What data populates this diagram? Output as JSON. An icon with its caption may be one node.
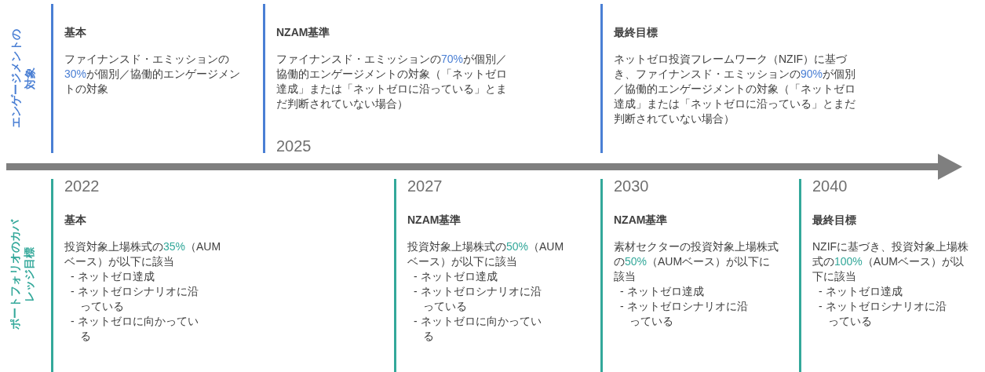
{
  "diagram": {
    "nodes": [
      {
        "text": [
          "基本",
          "ファイナンスド・エミッションの**30%**が個別／協働的エンゲージメントの対象"
        ]
      },
      {
        "text": [
          "NZAM基準",
          "ファイナンスド・エミッションの**70%**が個別／協働的エンゲージメントの対象（「ネットゼロ達成」または「ネットゼロに沿っている」とまだ判断されていない場合）",
          "2025"
        ]
      },
      {
        "text": [
          "最終目標",
          "ネットゼロ投資フレームワーク（NZIF）に基づき、ファイナンスド・エミッションの**90%**が個別／協働的エンゲージメントの対象（「ネットゼロ達成」または「ネットゼロに沿っている」とまだ判断されていない場合）"
        ]
      },
      {
        "text": [
          "2022",
          "基本",
          "投資対象上場株式の**35%**（AUMベース）が以下に該当",
          "- ネットゼロ達成",
          "- ネットゼロシナリオに沿っている",
          "- ネットゼロに向かっている"
        ]
      },
      {
        "text": [
          "2027",
          "NZAM基準",
          "投資対象上場株式の**50%**（AUMベース）が以下に該当",
          "- ネットゼロ達成",
          "- ネットゼロシナリオに沿っている",
          "- ネットゼロに向かっている"
        ]
      },
      {
        "text": [
          "2030",
          "NZAM基準",
          "素材セクターの投資対象上場株式の**50%**（AUMベース）が以下に該当",
          "- ネットゼロ達成",
          "- ネットゼロシナリオに沿っている"
        ]
      },
      {
        "text": [
          "2040",
          "最終目標",
          "NZIFに基づき、投資対象上場株式の**100%**（AUMベース）が以下に該当",
          "- ネットゼロ達成",
          "- ネットゼロシナリオに沿っている"
        ]
      }
    ],
    "labels": [
      "エンゲージメントの対象",
      "ポートフォリオのカバレッジ目標"
    ]
  }
}
